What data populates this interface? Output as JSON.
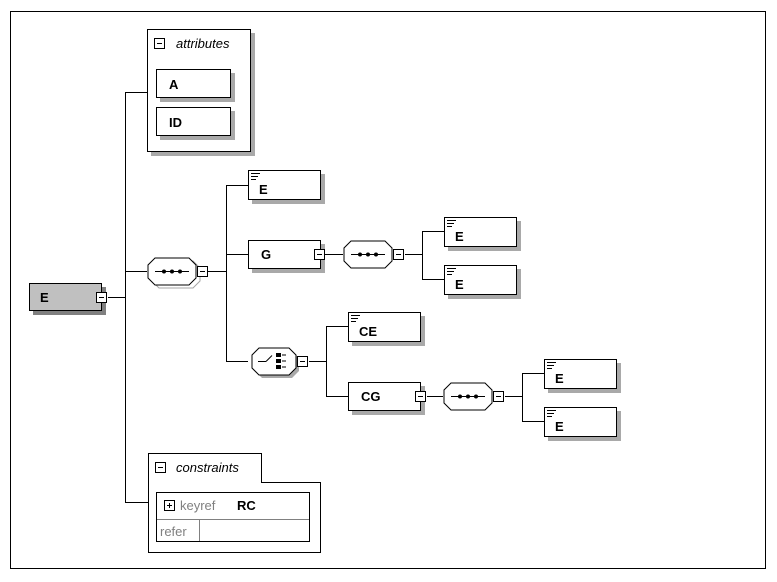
{
  "root": {
    "label": "E"
  },
  "attributes_panel": {
    "title": "attributes",
    "items": [
      "A",
      "ID"
    ]
  },
  "sequence_children": {
    "first": "E",
    "group": "G"
  },
  "group_children": [
    "E",
    "E"
  ],
  "choice_children": {
    "element": "CE",
    "group": "CG"
  },
  "cg_children": [
    "E",
    "E"
  ],
  "constraints_panel": {
    "title": "constraints",
    "keyref_keyword": "keyref",
    "keyref_name": "RC",
    "refer_label": "refer",
    "refer_value": ""
  },
  "colors": {
    "root_fill": "#c0c0c0",
    "shadow": "#a9a9a9",
    "line": "#000000"
  },
  "icons": [
    "collapse-icon",
    "expand-icon",
    "sequence-icon",
    "choice-icon",
    "optional-marker-icon"
  ]
}
